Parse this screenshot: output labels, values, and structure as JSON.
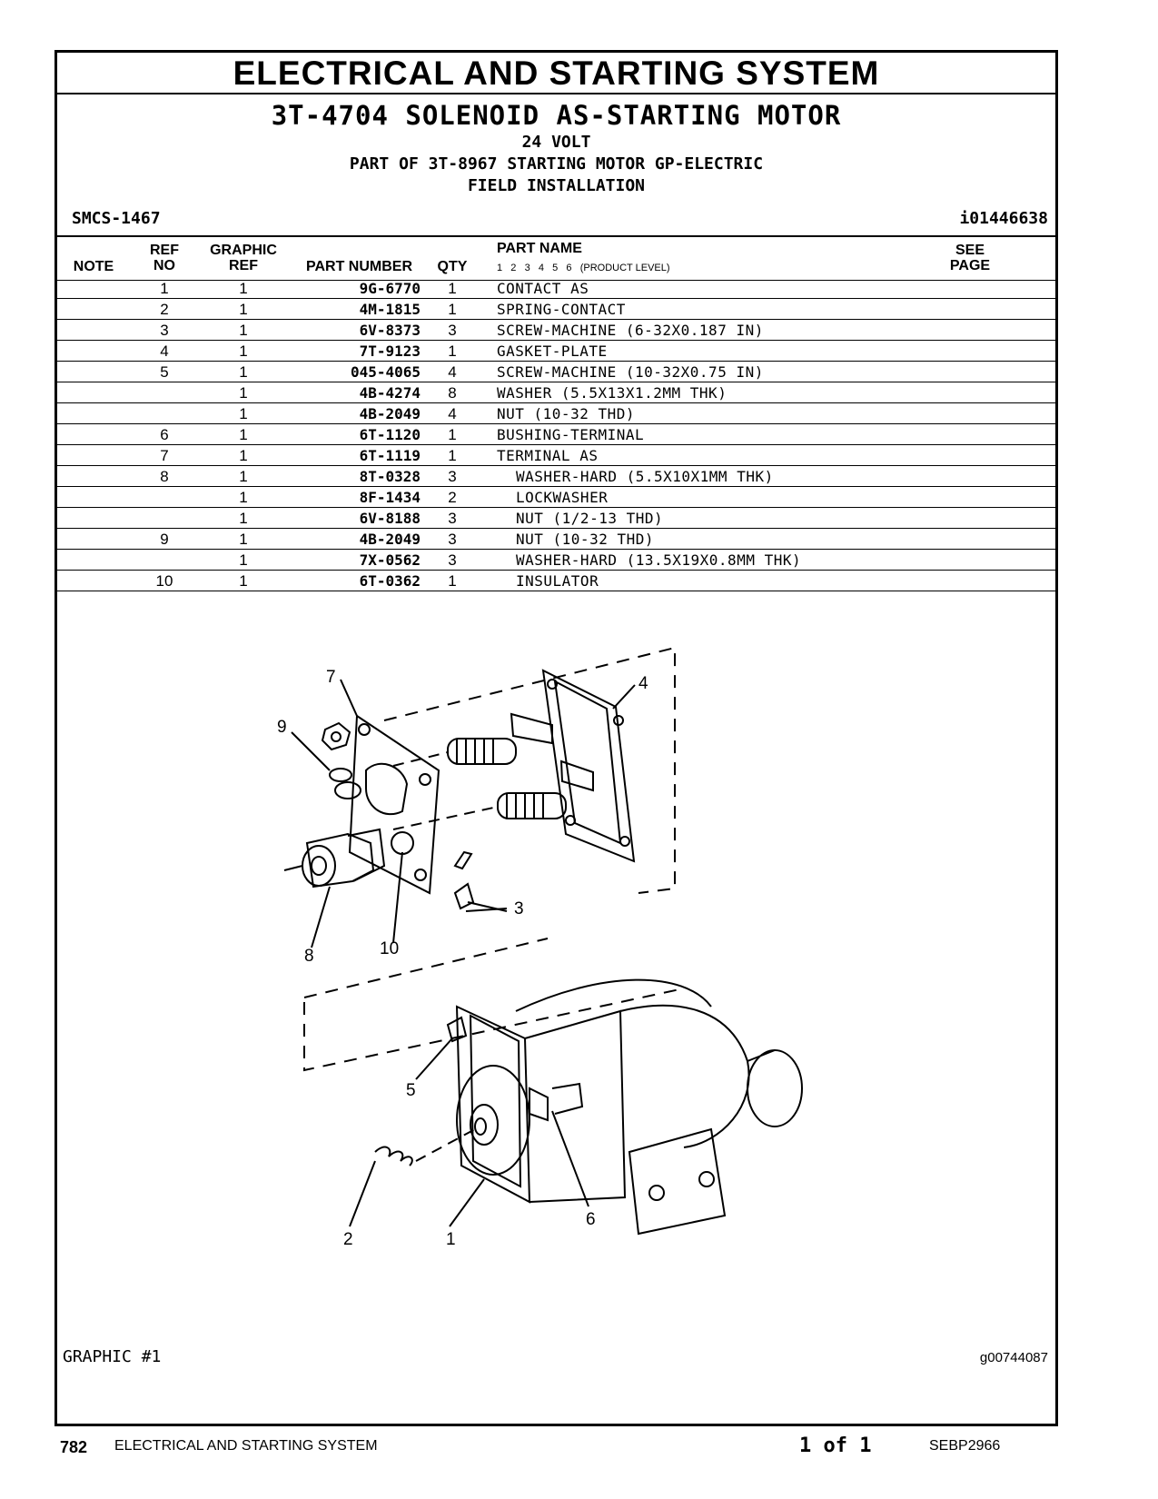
{
  "header": {
    "title": "ELECTRICAL AND STARTING SYSTEM",
    "subtitle": "3T-4704 SOLENOID AS-STARTING MOTOR",
    "line1": "24 VOLT",
    "line2": "PART OF 3T-8967 STARTING MOTOR GP-ELECTRIC",
    "line3": "FIELD INSTALLATION",
    "smcs": "SMCS-1467",
    "ref_id": "i01446638"
  },
  "columns": {
    "note": "NOTE",
    "ref_no_1": "REF",
    "ref_no_2": "NO",
    "graphic_ref_1": "GRAPHIC",
    "graphic_ref_2": "REF",
    "part_number": "PART NUMBER",
    "qty": "QTY",
    "part_name": "PART NAME",
    "product_level": "1   2   3   4   5   6   (PRODUCT LEVEL)",
    "see_page_1": "SEE",
    "see_page_2": "PAGE"
  },
  "rows": [
    {
      "ref": "1",
      "gref": "1",
      "pn": "9G-6770",
      "qty": "1",
      "name": "CONTACT AS",
      "indent": false
    },
    {
      "ref": "2",
      "gref": "1",
      "pn": "4M-1815",
      "qty": "1",
      "name": "SPRING-CONTACT",
      "indent": false
    },
    {
      "ref": "3",
      "gref": "1",
      "pn": "6V-8373",
      "qty": "3",
      "name": "SCREW-MACHINE (6-32X0.187 IN)",
      "indent": false
    },
    {
      "ref": "4",
      "gref": "1",
      "pn": "7T-9123",
      "qty": "1",
      "name": "GASKET-PLATE",
      "indent": false
    },
    {
      "ref": "5",
      "gref": "1",
      "pn": "045-4065",
      "qty": "4",
      "name": "SCREW-MACHINE (10-32X0.75 IN)",
      "indent": false
    },
    {
      "ref": "",
      "gref": "1",
      "pn": "4B-4274",
      "qty": "8",
      "name": "WASHER (5.5X13X1.2MM THK)",
      "indent": false
    },
    {
      "ref": "",
      "gref": "1",
      "pn": "4B-2049",
      "qty": "4",
      "name": "NUT (10-32 THD)",
      "indent": false
    },
    {
      "ref": "6",
      "gref": "1",
      "pn": "6T-1120",
      "qty": "1",
      "name": "BUSHING-TERMINAL",
      "indent": false
    },
    {
      "ref": "7",
      "gref": "1",
      "pn": "6T-1119",
      "qty": "1",
      "name": "TERMINAL AS",
      "indent": false
    },
    {
      "ref": "8",
      "gref": "1",
      "pn": "8T-0328",
      "qty": "3",
      "name": "WASHER-HARD (5.5X10X1MM THK)",
      "indent": true
    },
    {
      "ref": "",
      "gref": "1",
      "pn": "8F-1434",
      "qty": "2",
      "name": "LOCKWASHER",
      "indent": true
    },
    {
      "ref": "",
      "gref": "1",
      "pn": "6V-8188",
      "qty": "3",
      "name": "NUT (1/2-13 THD)",
      "indent": true
    },
    {
      "ref": "9",
      "gref": "1",
      "pn": "4B-2049",
      "qty": "3",
      "name": "NUT (10-32 THD)",
      "indent": true
    },
    {
      "ref": "",
      "gref": "1",
      "pn": "7X-0562",
      "qty": "3",
      "name": "WASHER-HARD (13.5X19X0.8MM THK)",
      "indent": true
    },
    {
      "ref": "10",
      "gref": "1",
      "pn": "6T-0362",
      "qty": "1",
      "name": "INSULATOR",
      "indent": true
    }
  ],
  "illustration": {
    "callouts": [
      "7",
      "9",
      "4",
      "3",
      "8",
      "10",
      "5",
      "2",
      "1",
      "6"
    ]
  },
  "graphic": {
    "label": "GRAPHIC #1",
    "id": "g00744087"
  },
  "footer": {
    "page": "782",
    "section": "ELECTRICAL AND STARTING SYSTEM",
    "of": "1 of 1",
    "doc": "SEBP2966"
  }
}
